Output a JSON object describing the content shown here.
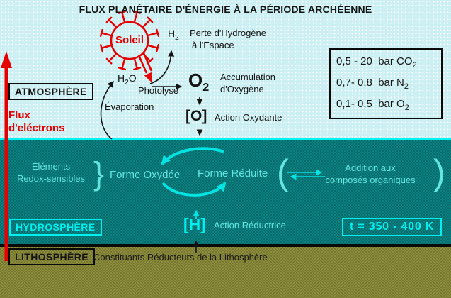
{
  "title": "FLUX PLANÉTAIRE D'ÉNERGIE À LA PÉRIODE ARCHÉENNE",
  "colors": {
    "red_accent": "#e60000",
    "cyan_bright": "#00f0f0",
    "cyan_text": "#63e6e0",
    "atmosphere_bg": "#cbeff2",
    "hydrosphere_bg": "#0c8181",
    "lithosphere_bg": "#8d8d3e"
  },
  "atmosphere": {
    "zone_label": "ATMOSPHÈRE",
    "sun_label": "Soleil",
    "h2": {
      "base": "H",
      "sub": "2"
    },
    "hydrogen_loss_line1": "Perte d'Hydrogène",
    "hydrogen_loss_line2": "à l'Espace",
    "h2o": {
      "pre": "H",
      "sub": "2",
      "post": "O"
    },
    "photolysis": "Photolyse",
    "o2": {
      "base": "O",
      "sub": "2"
    },
    "oxygen_accumulation_line1": "Accumulation",
    "oxygen_accumulation_line2": "d'Oxygène",
    "evaporation": "Évaporation",
    "atomic_oxygen": "[O]",
    "oxidizing_action": "Action Oxydante",
    "electron_flux_line1": "Flux",
    "electron_flux_line2": "d'eléctrons",
    "pressure_box": {
      "rows": [
        {
          "text": "0,5 - 20  bar CO",
          "sub": "2"
        },
        {
          "text": "0,7- 0,8  bar N",
          "sub": "2"
        },
        {
          "text": "0,1- 0,5  bar O",
          "sub": "2"
        }
      ]
    }
  },
  "hydrosphere": {
    "zone_label": "HYDROSPHÈRE",
    "redox_line1": "Éléments",
    "redox_line2": "Redox-sensibles",
    "brace": "}",
    "oxidized_form": "Forme Oxydée",
    "reduced_form": "Forme Réduite",
    "paren_open": "(",
    "paren_close": ")",
    "addition_line1": "Addition aux",
    "addition_line2": "composés organiques",
    "atomic_hydrogen": "[H]",
    "reducing_action": "Action Réductrice",
    "temperature": "t = 350 - 400 K"
  },
  "lithosphere": {
    "zone_label": "LITHOSPHÈRE",
    "constituents": "Constituants Réducteurs de la Lithosphère"
  }
}
